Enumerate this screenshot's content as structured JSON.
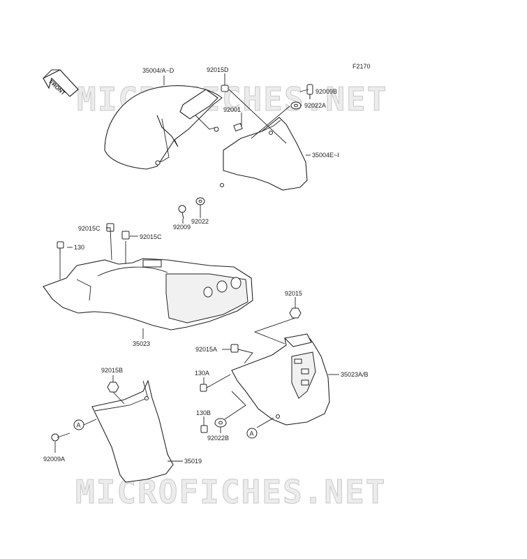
{
  "figure_code": "F2170",
  "watermark": "MICROFICHES.NET",
  "front_arrow_label": "FRONT",
  "callouts": {
    "p35004": "35004/A~D",
    "p92015D": "92015D",
    "p92001": "92001",
    "p92009B": "92009B",
    "p92022A": "92022A",
    "p35004E": "35004E~I",
    "p92009": "92009",
    "p92022": "92022",
    "p92015C_left": "92015C",
    "p92015C_right": "92015C",
    "p130": "130",
    "p35023": "35023",
    "p92015": "92015",
    "p92015A": "92015A",
    "p130A": "130A",
    "p35023AB": "35023A/B",
    "p130B": "130B",
    "p92022B": "92022B",
    "p92015B": "92015B",
    "p92009A": "92009A",
    "p35019": "35019",
    "refA_left": "A",
    "refA_right": "A"
  }
}
